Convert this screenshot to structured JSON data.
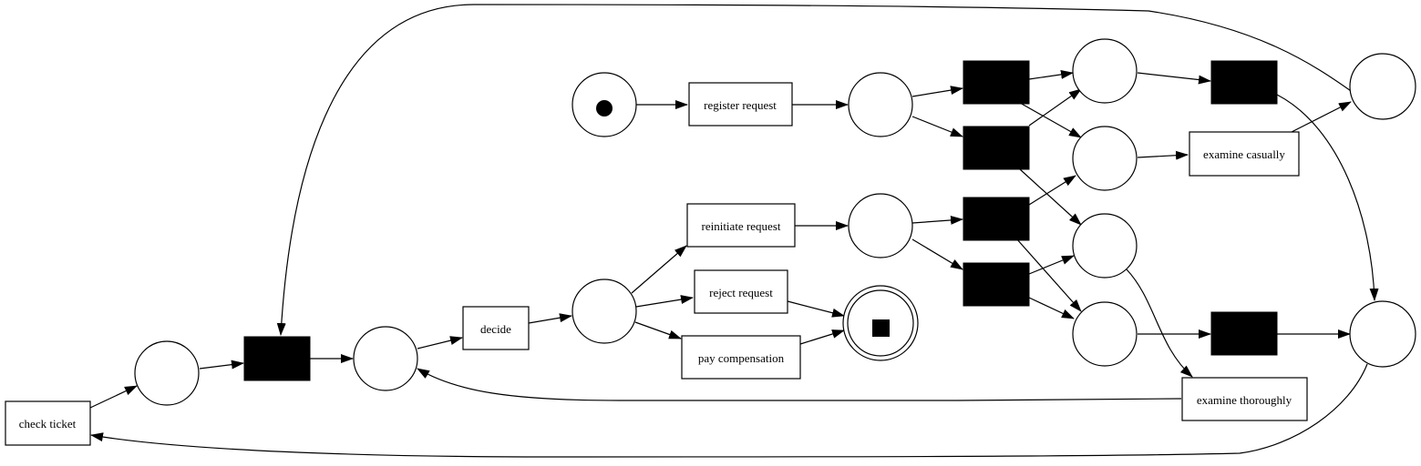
{
  "transitions": {
    "register_request": "register request",
    "reinitiate_request": "reinitiate request",
    "reject_request": "reject request",
    "pay_compensation": "pay compensation",
    "decide": "decide",
    "check_ticket": "check ticket",
    "examine_casually": "examine casually",
    "examine_thoroughly": "examine thoroughly"
  },
  "colors": {
    "background": "#ffffff",
    "stroke": "#000000",
    "silent_transition": "#000000"
  }
}
